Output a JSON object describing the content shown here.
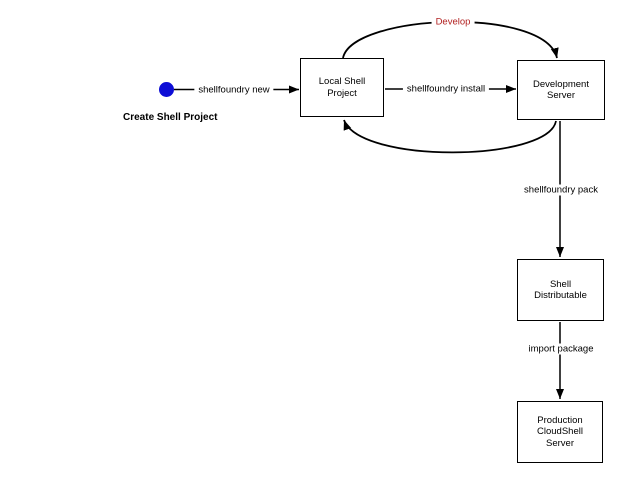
{
  "diagram": {
    "start_node": {
      "label": "Create Shell Project"
    },
    "nodes": [
      {
        "name": "local-shell-project",
        "label": "Local Shell\nProject"
      },
      {
        "name": "development-server",
        "label": "Development\nServer"
      },
      {
        "name": "shell-distributable",
        "label": "Shell\nDistributable"
      },
      {
        "name": "production-cloudshell-server",
        "label": "Production\nCloudShell\nServer"
      }
    ],
    "edge_labels": {
      "new": "shellfoundry new",
      "install": "shellfoundry install",
      "develop": "Develop",
      "pack": "shellfoundry pack",
      "import": "import package"
    },
    "colors": {
      "start_node": "#0d0dd6",
      "develop_label": "#b22222",
      "line": "#000000"
    }
  }
}
